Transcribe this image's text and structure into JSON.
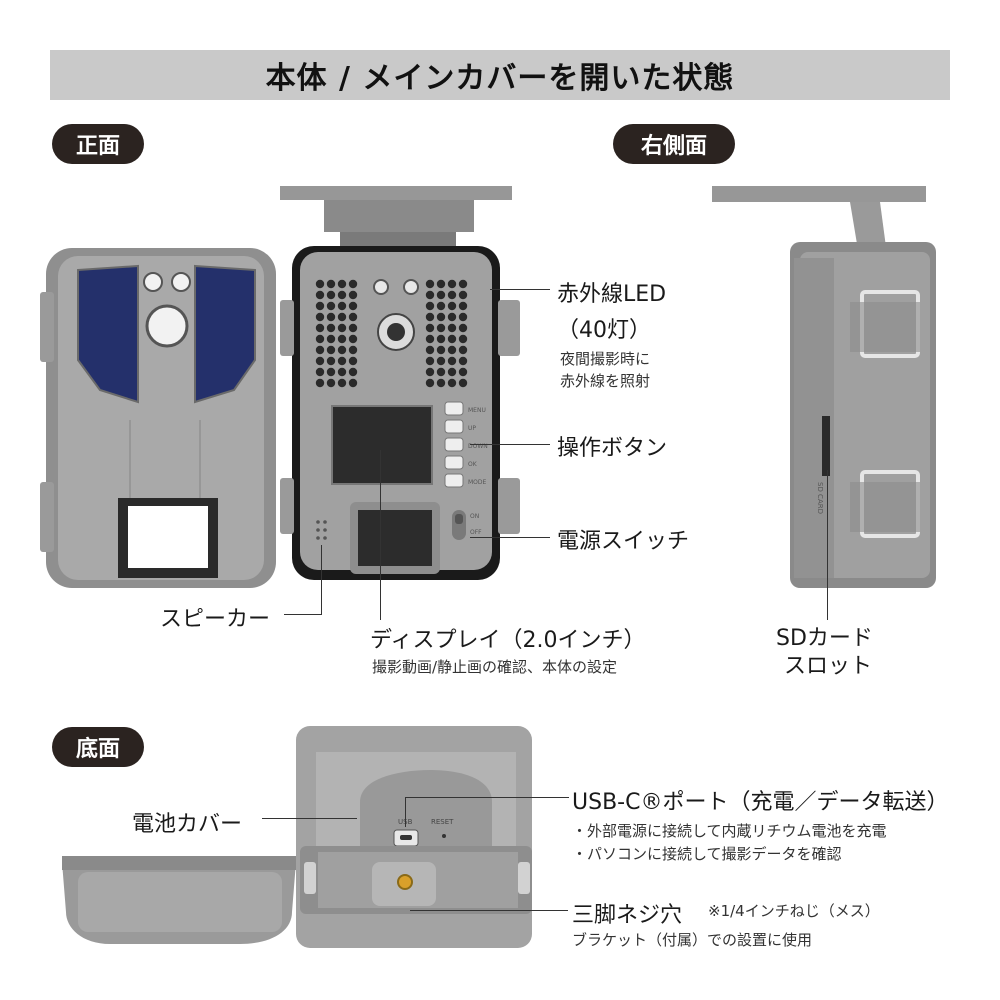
{
  "title": "本体 / メインカバーを開いた状態",
  "sections": {
    "front": "正面",
    "right_side": "右側面",
    "bottom": "底面"
  },
  "front": {
    "ir_led": {
      "label": "赤外線LED",
      "count": "（40灯）",
      "desc_1": "夜間撮影時に",
      "desc_2": "赤外線を照射"
    },
    "buttons": {
      "label": "操作ボタン",
      "button_labels": [
        "MENU",
        "UP",
        "DOWN",
        "OK",
        "MODE"
      ]
    },
    "power": {
      "label": "電源スイッチ",
      "on": "ON",
      "off": "OFF"
    },
    "speaker": {
      "label": "スピーカー"
    },
    "display": {
      "label": "ディスプレイ（2.0インチ）",
      "desc": "撮影動画/静止画の確認、本体の設定"
    }
  },
  "side": {
    "sd_slot": {
      "label_1": "SDカード",
      "label_2": "スロット",
      "engraving": "SD CARD"
    }
  },
  "bottom": {
    "battery_cover": {
      "label": "電池カバー"
    },
    "usb": {
      "label": "USB-C®ポート（充電／データ転送）",
      "bullet_1": "・外部電源に接続して内蔵リチウム電池を充電",
      "bullet_2": "・パソコンに接続して撮影データを確認",
      "port_label": "USB",
      "reset_label": "RESET"
    },
    "tripod": {
      "label": "三脚ネジ穴",
      "note": "※1/4インチねじ（メス）",
      "desc": "ブラケット（付属）での設置に使用"
    }
  }
}
